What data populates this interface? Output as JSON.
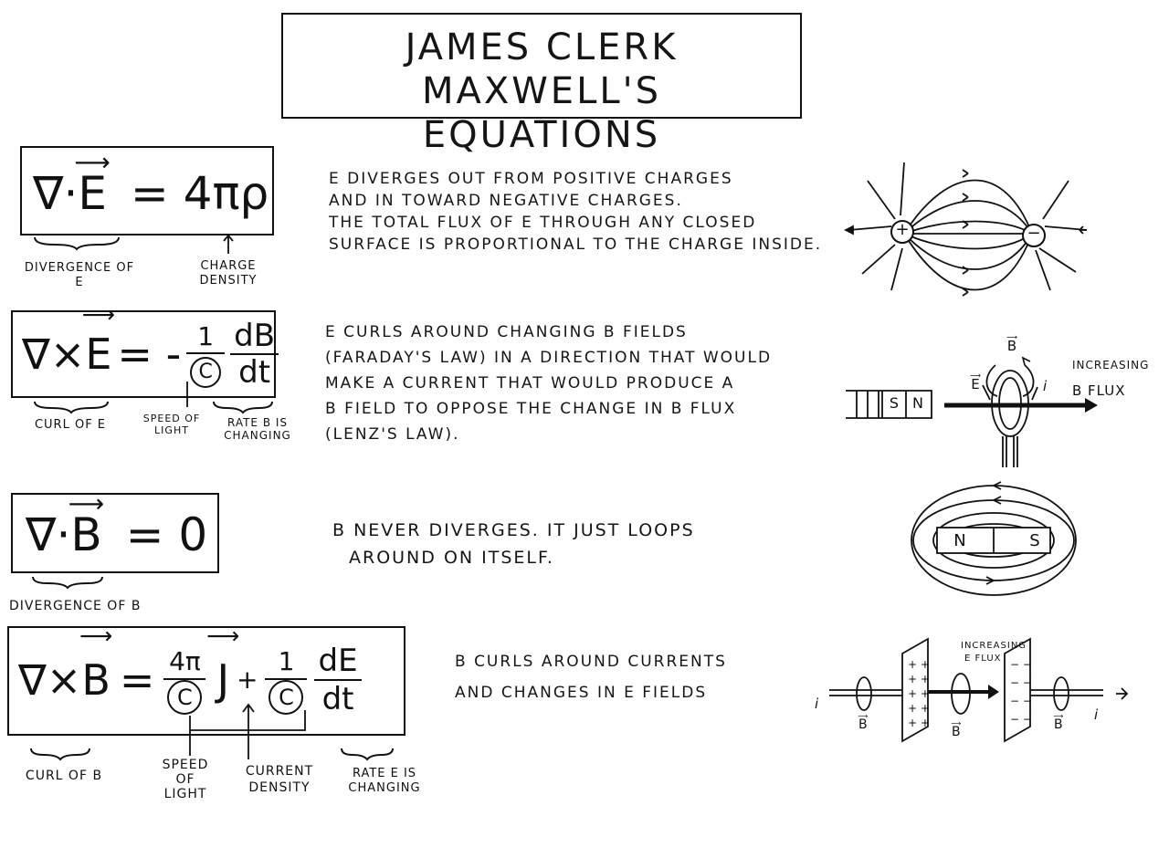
{
  "title": {
    "line1": "JAMES CLERK MAXWELL'S",
    "line2": "EQUATIONS"
  },
  "eq1": {
    "lhs_op": "∇·",
    "lhs_vec": "E",
    "rhs": "= 4πρ",
    "label_left": "DIVERGENCE OF E",
    "label_right": "CHARGE DENSITY",
    "description": [
      "E DIVERGES OUT FROM POSITIVE CHARGES",
      "AND IN TOWARD NEGATIVE CHARGES.",
      "THE TOTAL FLUX OF E THROUGH ANY CLOSED",
      "SURFACE IS PROPORTIONAL TO THE CHARGE INSIDE."
    ],
    "diagram": {
      "positive": "+",
      "negative": "−"
    }
  },
  "eq2": {
    "lhs_op": "∇×",
    "lhs_vec": "E",
    "eq_sign": "= -",
    "frac_num": "1",
    "frac_den": "C",
    "deriv_num": "dB",
    "deriv_den": "dt",
    "label_left": "CURL OF E",
    "label_mid": "SPEED OF LIGHT",
    "label_right": "RATE B IS CHANGING",
    "description": [
      "E CURLS AROUND CHANGING B FIELDS",
      "(FARADAY'S LAW) IN A DIRECTION THAT WOULD",
      "MAKE A CURRENT THAT WOULD PRODUCE A",
      "B FIELD TO OPPOSE THE CHANGE IN B FLUX",
      "(LENZ'S LAW)."
    ],
    "diagram": {
      "magnet_s": "S",
      "magnet_n": "N",
      "b_label": "B",
      "e_label": "E",
      "i_label": "i",
      "flux_label_1": "INCREASING",
      "flux_label_2": "B FLUX"
    }
  },
  "eq3": {
    "lhs_op": "∇·",
    "lhs_vec": "B",
    "rhs": "= 0",
    "label_left": "DIVERGENCE OF B",
    "description": [
      "B NEVER DIVERGES. IT JUST LOOPS",
      "AROUND ON ITSELF."
    ],
    "diagram": {
      "magnet_n": "N",
      "magnet_s": "S"
    }
  },
  "eq4": {
    "lhs_op": "∇×",
    "lhs_vec": "B",
    "eq_sign": "=",
    "frac1_num": "4π",
    "frac1_den": "C",
    "j": "J",
    "plus": "+",
    "frac2_num": "1",
    "frac2_den": "C",
    "deriv_num": "dE",
    "deriv_den": "dt",
    "label_left": "CURL OF B",
    "label_speed": "SPEED OF LIGHT",
    "label_current": "CURRENT DENSITY",
    "label_rate": "RATE E IS CHANGING",
    "description": [
      "B CURLS AROUND CURRENTS",
      "AND CHANGES IN E FIELDS"
    ],
    "diagram": {
      "i_left": "i",
      "i_right": "i",
      "b1": "B",
      "b2": "B",
      "b3": "B",
      "flux_1": "INCREASING",
      "flux_2": "E FLUX"
    }
  }
}
